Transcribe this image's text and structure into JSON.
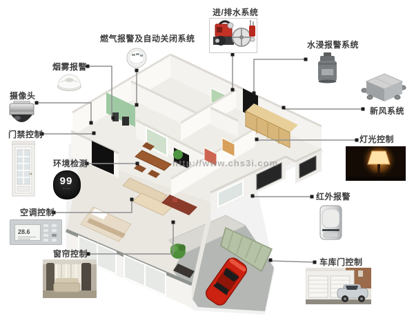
{
  "watermark": "http://www.chs3i.com",
  "colors": {
    "connector": "#8f8f8f",
    "marker": "#1c1c1c",
    "label_text": "#3d3d3d",
    "background": "#ffffff",
    "garage_roof": "#b6c2a6",
    "car": "#cc2211",
    "kitchen_wall": "#9ec9a3"
  },
  "callouts": {
    "water_system": {
      "label": "进/排水系统"
    },
    "gas_alarm": {
      "label": "燃气报警及自动关闭系统"
    },
    "flood_alarm": {
      "label": "水浸报警系统"
    },
    "smoke_alarm": {
      "label": "烟雾报警"
    },
    "camera": {
      "label": "摄像头"
    },
    "fresh_air": {
      "label": "新风系统"
    },
    "door_access": {
      "label": "门禁控制"
    },
    "light_control": {
      "label": "灯光控制"
    },
    "env_monitor": {
      "label": "环境检测",
      "device_reading": "99"
    },
    "infrared_alarm": {
      "label": "红外报警"
    },
    "ac_control": {
      "label": "空调控制",
      "device_reading": "28.6"
    },
    "curtain_control": {
      "label": "窗帘控制"
    },
    "garage_door": {
      "label": "车库门控制"
    }
  }
}
